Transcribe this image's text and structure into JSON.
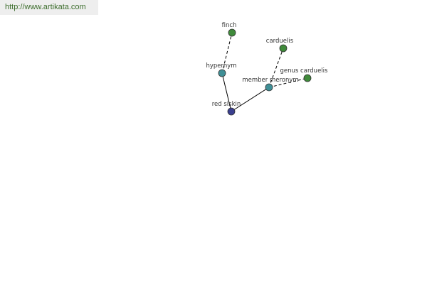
{
  "url": "http://www.artikata.com",
  "colors": {
    "central_node": "#3a3f8f",
    "relation_node": "#3f8f96",
    "term_node": "#3f8a3a",
    "edge": "#000000"
  },
  "nodes": {
    "center": {
      "label": "red siskin"
    },
    "hypernym": {
      "label": "hypernym"
    },
    "member_meronym": {
      "label": "member meronym"
    },
    "finch": {
      "label": "finch"
    },
    "carduelis": {
      "label": "carduelis"
    },
    "genus_carduelis": {
      "label": "genus carduelis"
    }
  }
}
